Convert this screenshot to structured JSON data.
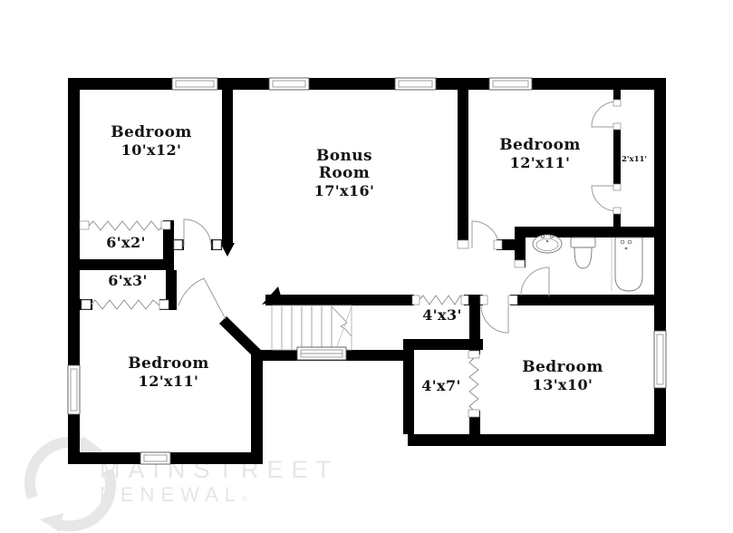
{
  "rooms": {
    "bedroom_tl": {
      "name": "Bedroom",
      "dims": "10'x12'"
    },
    "bonus": {
      "name1": "Bonus",
      "name2": "Room",
      "dims": "17'x16'"
    },
    "bedroom_tr": {
      "name": "Bedroom",
      "dims": "12'x11'"
    },
    "bedroom_bl": {
      "name": "Bedroom",
      "dims": "12'x11'"
    },
    "bedroom_br": {
      "name": "Bedroom",
      "dims": "13'x10'"
    },
    "closet_tr": {
      "dims": "2'x11'"
    },
    "closet_6x2": {
      "dims": "6'x2'"
    },
    "closet_6x3": {
      "dims": "6'x3'"
    },
    "closet_4x3": {
      "dims": "4'x3'"
    },
    "closet_4x7": {
      "dims": "4'x7'"
    }
  },
  "watermark": {
    "line1": "MAINSTREET",
    "line2": "RENEWAL",
    "registered": "®"
  },
  "colors": {
    "wall": "#000000",
    "label_text": "#141414",
    "fixture_outline": "#7a7a7a",
    "door_arc": "#999999",
    "watermark": "#e6e6e6",
    "background": "#ffffff"
  }
}
